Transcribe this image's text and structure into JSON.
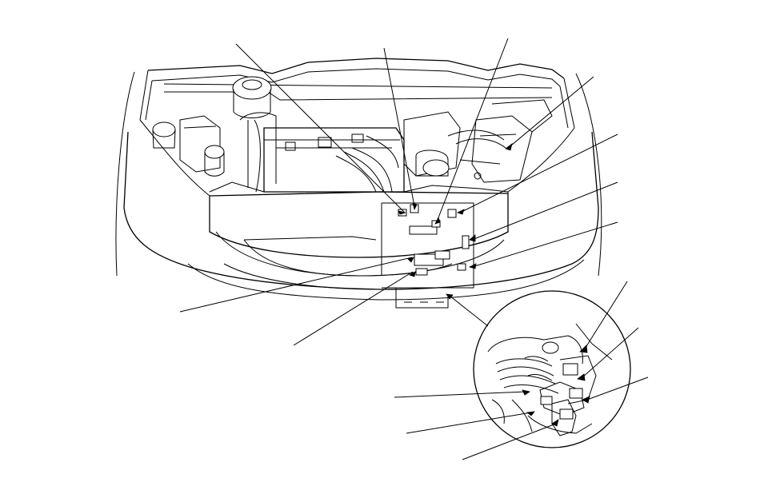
{
  "figure": {
    "type": "engine-compartment-component-location-diagram",
    "labels_printed": false,
    "main_view": "engine-bay-front-view",
    "detail_view": "circular-magnified-inset",
    "callout_count_main": 10,
    "callout_count_detail": 6,
    "line_color": "#000000",
    "background_color": "#ffffff"
  }
}
